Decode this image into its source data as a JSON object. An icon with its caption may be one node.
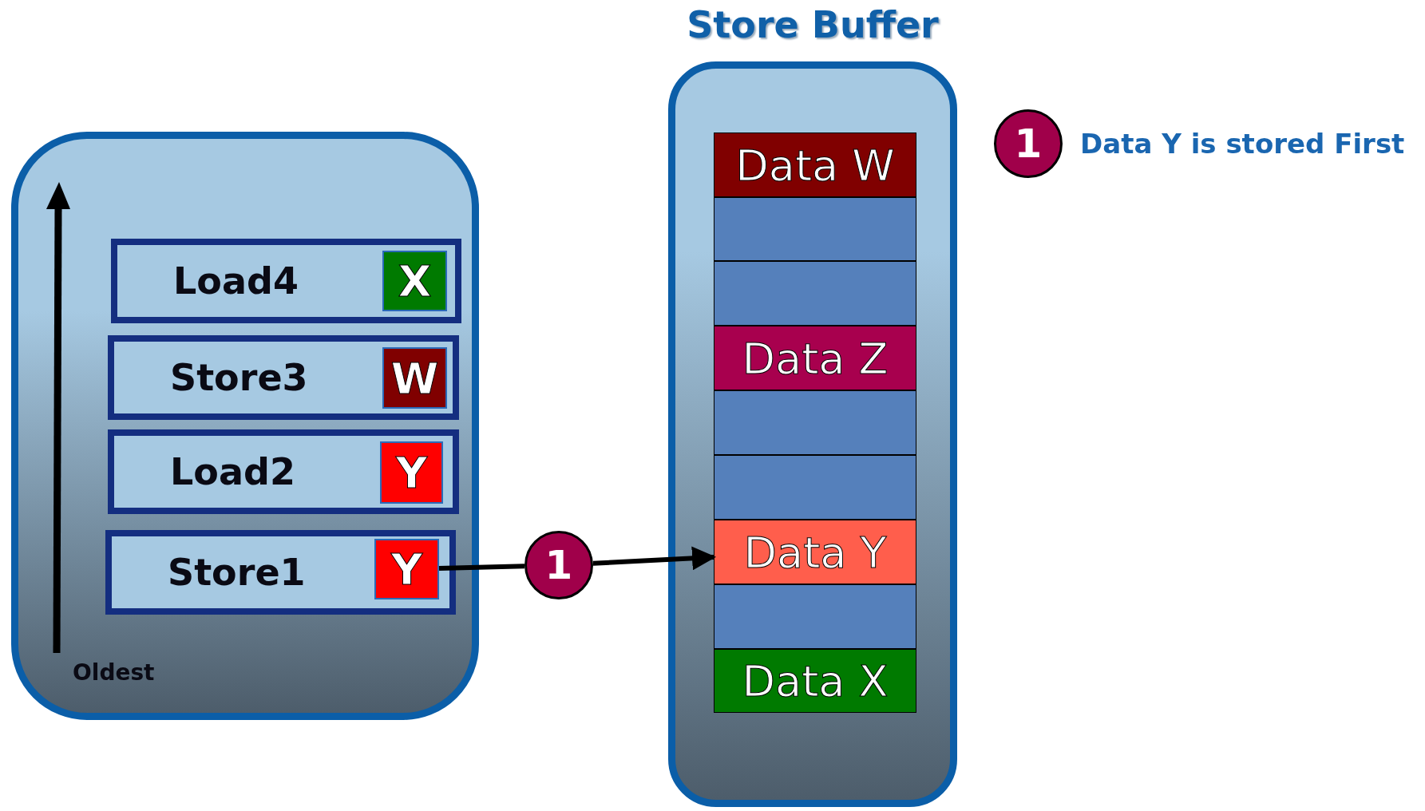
{
  "diagram": {
    "title": "Store Buffer",
    "nodes": [
      {
        "text": [],
        "shape": "box"
      },
      {
        "text": [
          "Load4"
        ],
        "in": 0
      },
      {
        "text": [
          "X"
        ],
        "in": 1
      },
      {
        "text": [
          "Store3"
        ],
        "in": 0
      },
      {
        "text": [
          "W"
        ],
        "in": 3
      },
      {
        "text": [
          "Load2"
        ],
        "in": 0
      },
      {
        "text": [
          "Y"
        ],
        "in": 5
      },
      {
        "text": [
          "Store1"
        ],
        "in": 0
      },
      {
        "text": [
          "Y"
        ],
        "in": 7
      },
      {
        "text": [],
        "shape": "box"
      },
      {
        "text": [
          "Data W"
        ],
        "in": 9
      },
      {
        "text": [],
        "shape": "box",
        "in": 9
      },
      {
        "text": [],
        "shape": "box",
        "in": 9
      },
      {
        "text": [
          "Data Z"
        ],
        "in": 9
      },
      {
        "text": [],
        "shape": "box",
        "in": 9
      },
      {
        "text": [],
        "shape": "box",
        "in": 9
      },
      {
        "text": [
          "Data Y"
        ],
        "in": 9
      },
      {
        "text": [],
        "shape": "box",
        "in": 9
      },
      {
        "text": [
          "Data X"
        ],
        "in": 9
      },
      {
        "text": [
          "1"
        ]
      },
      {
        "text": [
          "1"
        ],
        "beside": [
          "Data Y is stored First"
        ]
      }
    ],
    "edges": [
      {
        "from": 8,
        "to": 19,
        "arrow": "none"
      },
      {
        "from": 19,
        "to": 16,
        "arrow": "to"
      }
    ],
    "labels": [
      "Oldest"
    ]
  }
}
